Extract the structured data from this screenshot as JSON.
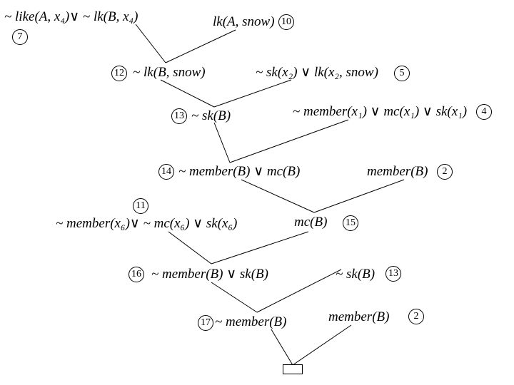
{
  "nodes": [
    {
      "id": "c7",
      "text": "~ like(A, x₄)∨ ~ lk(B, x₄)",
      "label": "7"
    },
    {
      "id": "c10",
      "text": "lk(A, snow)",
      "label": "10"
    },
    {
      "id": "c12",
      "text": "~ lk(B, snow)",
      "label": "12"
    },
    {
      "id": "c5",
      "text": "~ sk(x₂) ∨ lk(x₂, snow)",
      "label": "5"
    },
    {
      "id": "c13a",
      "text": "~ sk(B)",
      "label": "13"
    },
    {
      "id": "c4",
      "text": "~ member(x₁) ∨ mc(x₁) ∨ sk(x₁)",
      "label": "4"
    },
    {
      "id": "c14",
      "text": "~ member(B) ∨ mc(B)",
      "label": "14"
    },
    {
      "id": "c2a",
      "text": "member(B)",
      "label": "2"
    },
    {
      "id": "c11",
      "text": "~ member(x₆)∨ ~ mc(x₆) ∨ sk(x₆)",
      "label": "11"
    },
    {
      "id": "c15",
      "text": "mc(B)",
      "label": "15"
    },
    {
      "id": "c16",
      "text": "~ member(B) ∨ sk(B)",
      "label": "16"
    },
    {
      "id": "c13b",
      "text": "~ sk(B)",
      "label": "13"
    },
    {
      "id": "c17",
      "text": "~ member(B)",
      "label": "17"
    },
    {
      "id": "c2b",
      "text": "member(B)",
      "label": "2"
    }
  ],
  "edges": [
    [
      "c7",
      "c12"
    ],
    [
      "c10",
      "c12"
    ],
    [
      "c12",
      "c13a"
    ],
    [
      "c5",
      "c13a"
    ],
    [
      "c13a",
      "c14"
    ],
    [
      "c4",
      "c14"
    ],
    [
      "c14",
      "c15"
    ],
    [
      "c2a",
      "c15"
    ],
    [
      "c11",
      "c16"
    ],
    [
      "c15",
      "c16"
    ],
    [
      "c16",
      "c17"
    ],
    [
      "c13b",
      "c17"
    ],
    [
      "c17",
      "empty"
    ],
    [
      "c2b",
      "empty"
    ]
  ]
}
